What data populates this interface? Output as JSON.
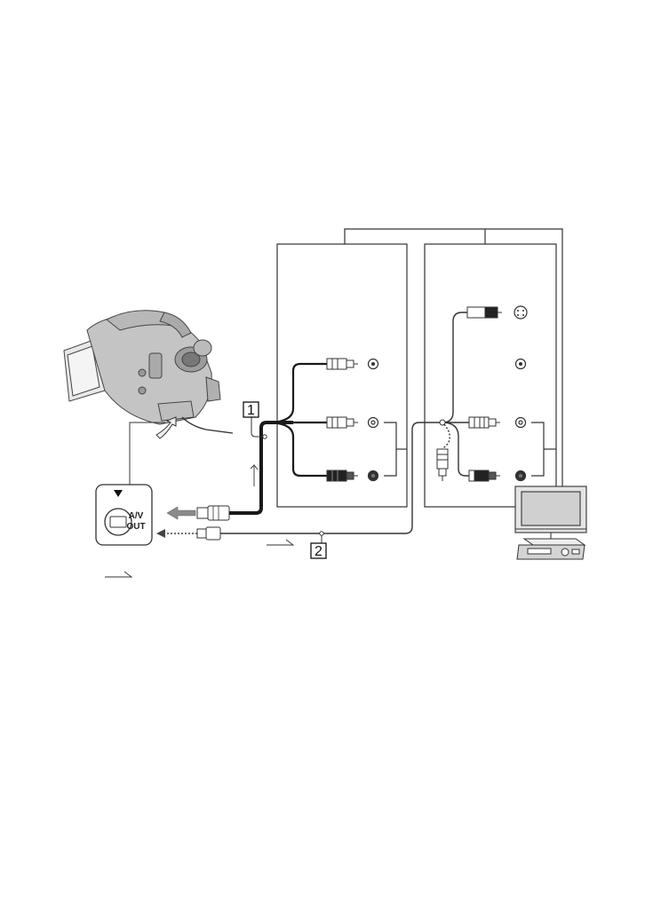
{
  "camcorder": {
    "jack_label_line1": "A/V",
    "jack_label_line2": "OUT"
  },
  "cables": {
    "callout_1": "1",
    "callout_2": "2"
  },
  "colors": {
    "line": "#333333",
    "cable_thick": "#1a1a1a",
    "arrow_fill": "#8a8a8a",
    "body_gray": "#c8c8c8",
    "screen": "#cfcfcf"
  }
}
